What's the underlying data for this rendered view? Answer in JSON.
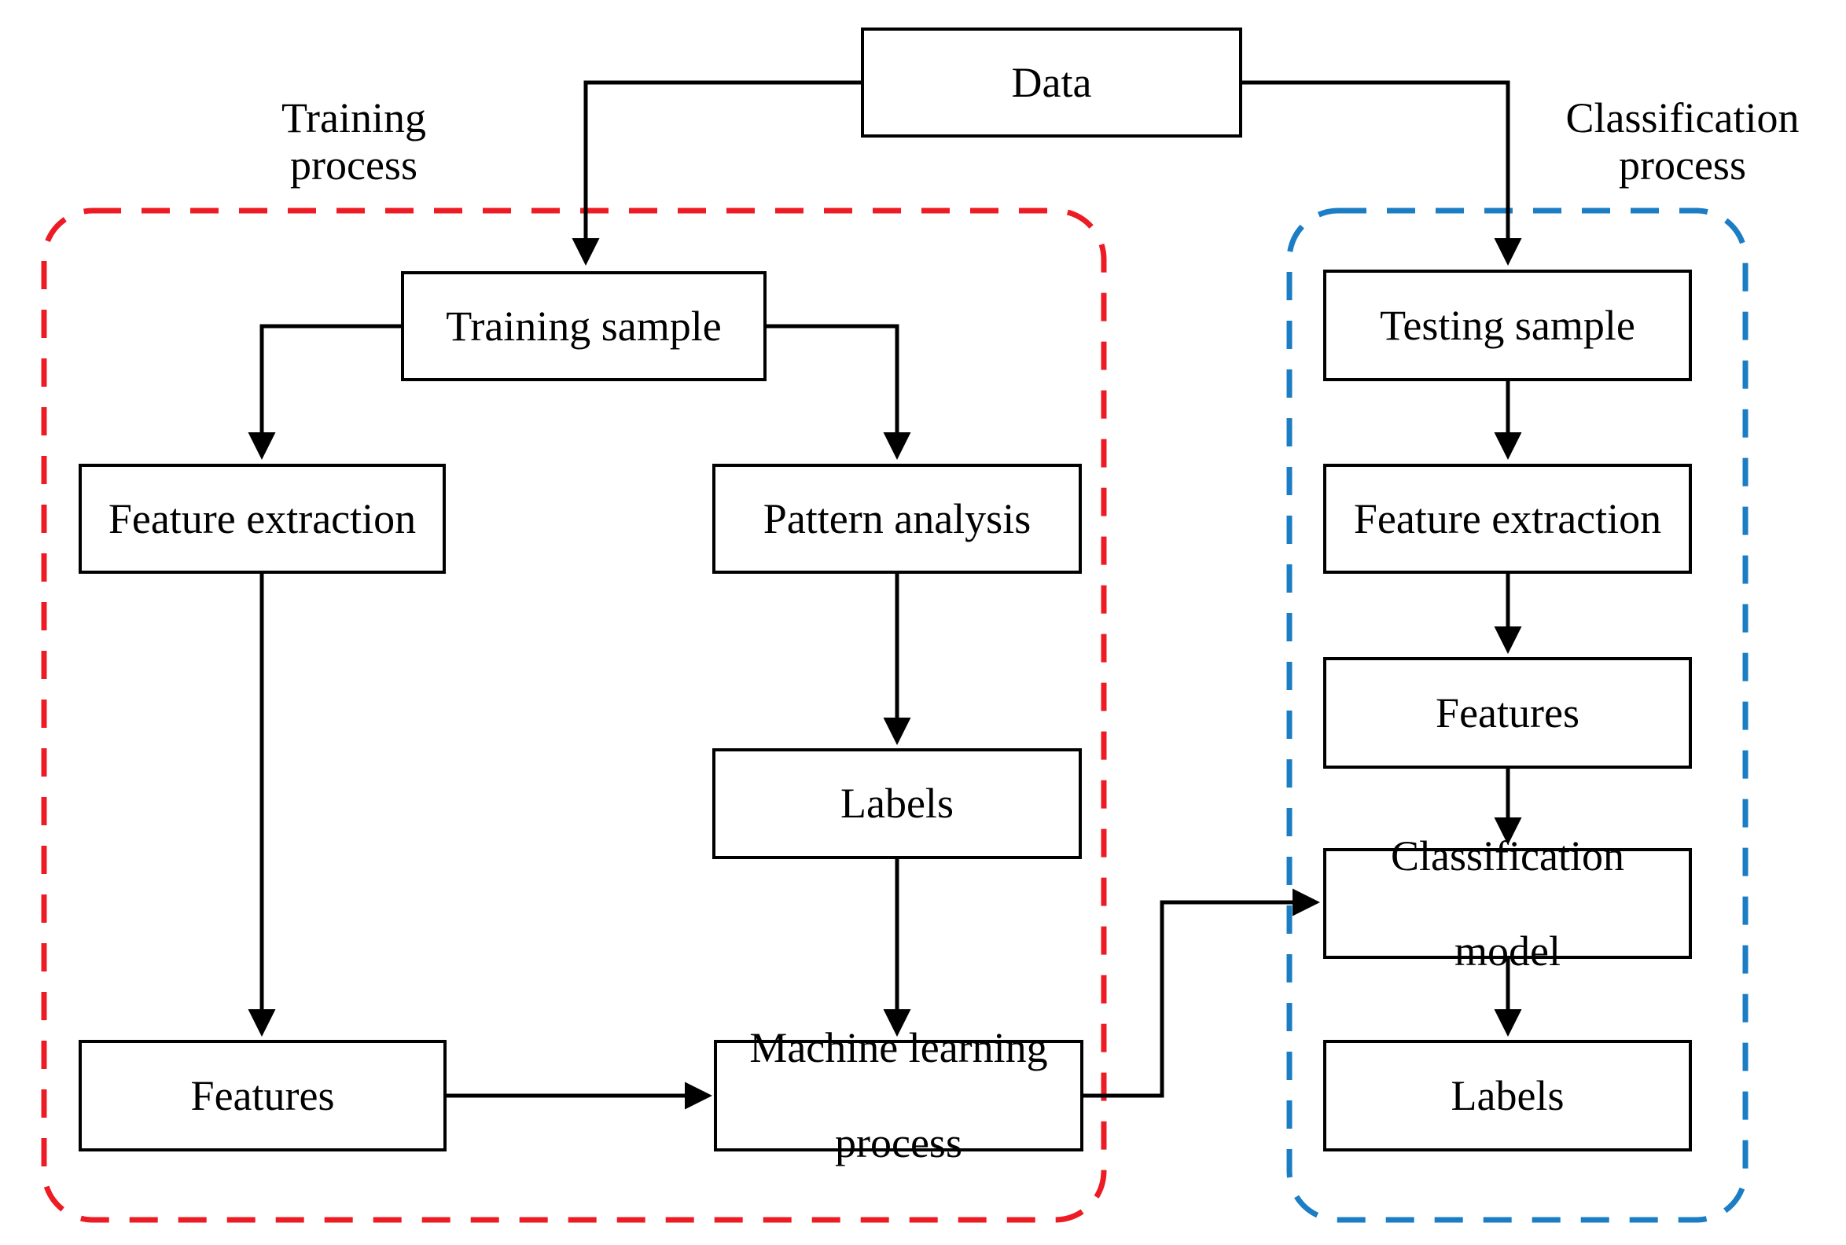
{
  "diagram": {
    "title": "Machine learning training and classification process flowchart",
    "colors": {
      "stroke": "#000000",
      "training_group": "#ED1C24",
      "classification_group": "#1B7DC4",
      "background": "#FFFFFF"
    },
    "groups": [
      {
        "id": "training",
        "label_line1": "Training",
        "label_line2": "process",
        "color": "#ED1C24",
        "style": "dashed-rounded"
      },
      {
        "id": "classification",
        "label_line1": "Classification",
        "label_line2": "process",
        "color": "#1B7DC4",
        "style": "dashed-rounded"
      }
    ],
    "nodes": [
      {
        "id": "data",
        "label": "Data"
      },
      {
        "id": "training_sample",
        "label": "Training sample"
      },
      {
        "id": "feature_extraction_train",
        "label": "Feature extraction"
      },
      {
        "id": "pattern_analysis",
        "label": "Pattern analysis"
      },
      {
        "id": "labels_train",
        "label": "Labels"
      },
      {
        "id": "features_train",
        "label": "Features"
      },
      {
        "id": "ml_process_l1",
        "label": "Machine learning"
      },
      {
        "id": "ml_process_l2",
        "label": "process"
      },
      {
        "id": "testing_sample",
        "label": "Testing sample"
      },
      {
        "id": "feature_extraction_test",
        "label": "Feature extraction"
      },
      {
        "id": "features_test",
        "label": "Features"
      },
      {
        "id": "classification_model_l1",
        "label": "Classification"
      },
      {
        "id": "classification_model_l2",
        "label": "model"
      },
      {
        "id": "labels_test",
        "label": "Labels"
      }
    ],
    "edges": [
      {
        "from": "data",
        "to": "training_sample",
        "type": "elbow-arrow"
      },
      {
        "from": "data",
        "to": "testing_sample",
        "type": "elbow-arrow"
      },
      {
        "from": "training_sample",
        "to": "feature_extraction_train",
        "type": "elbow-arrow"
      },
      {
        "from": "training_sample",
        "to": "pattern_analysis",
        "type": "elbow-arrow"
      },
      {
        "from": "feature_extraction_train",
        "to": "features_train",
        "type": "straight-arrow"
      },
      {
        "from": "pattern_analysis",
        "to": "labels_train",
        "type": "straight-arrow"
      },
      {
        "from": "labels_train",
        "to": "ml_process_l1",
        "type": "straight-arrow"
      },
      {
        "from": "features_train",
        "to": "ml_process_l1",
        "type": "straight-arrow"
      },
      {
        "from": "ml_process_l1",
        "to": "classification_model_l1",
        "type": "elbow-arrow"
      },
      {
        "from": "testing_sample",
        "to": "feature_extraction_test",
        "type": "straight-arrow"
      },
      {
        "from": "feature_extraction_test",
        "to": "features_test",
        "type": "straight-arrow"
      },
      {
        "from": "features_test",
        "to": "classification_model_l1",
        "type": "straight-arrow"
      },
      {
        "from": "classification_model_l1",
        "to": "labels_test",
        "type": "straight-arrow"
      }
    ]
  }
}
